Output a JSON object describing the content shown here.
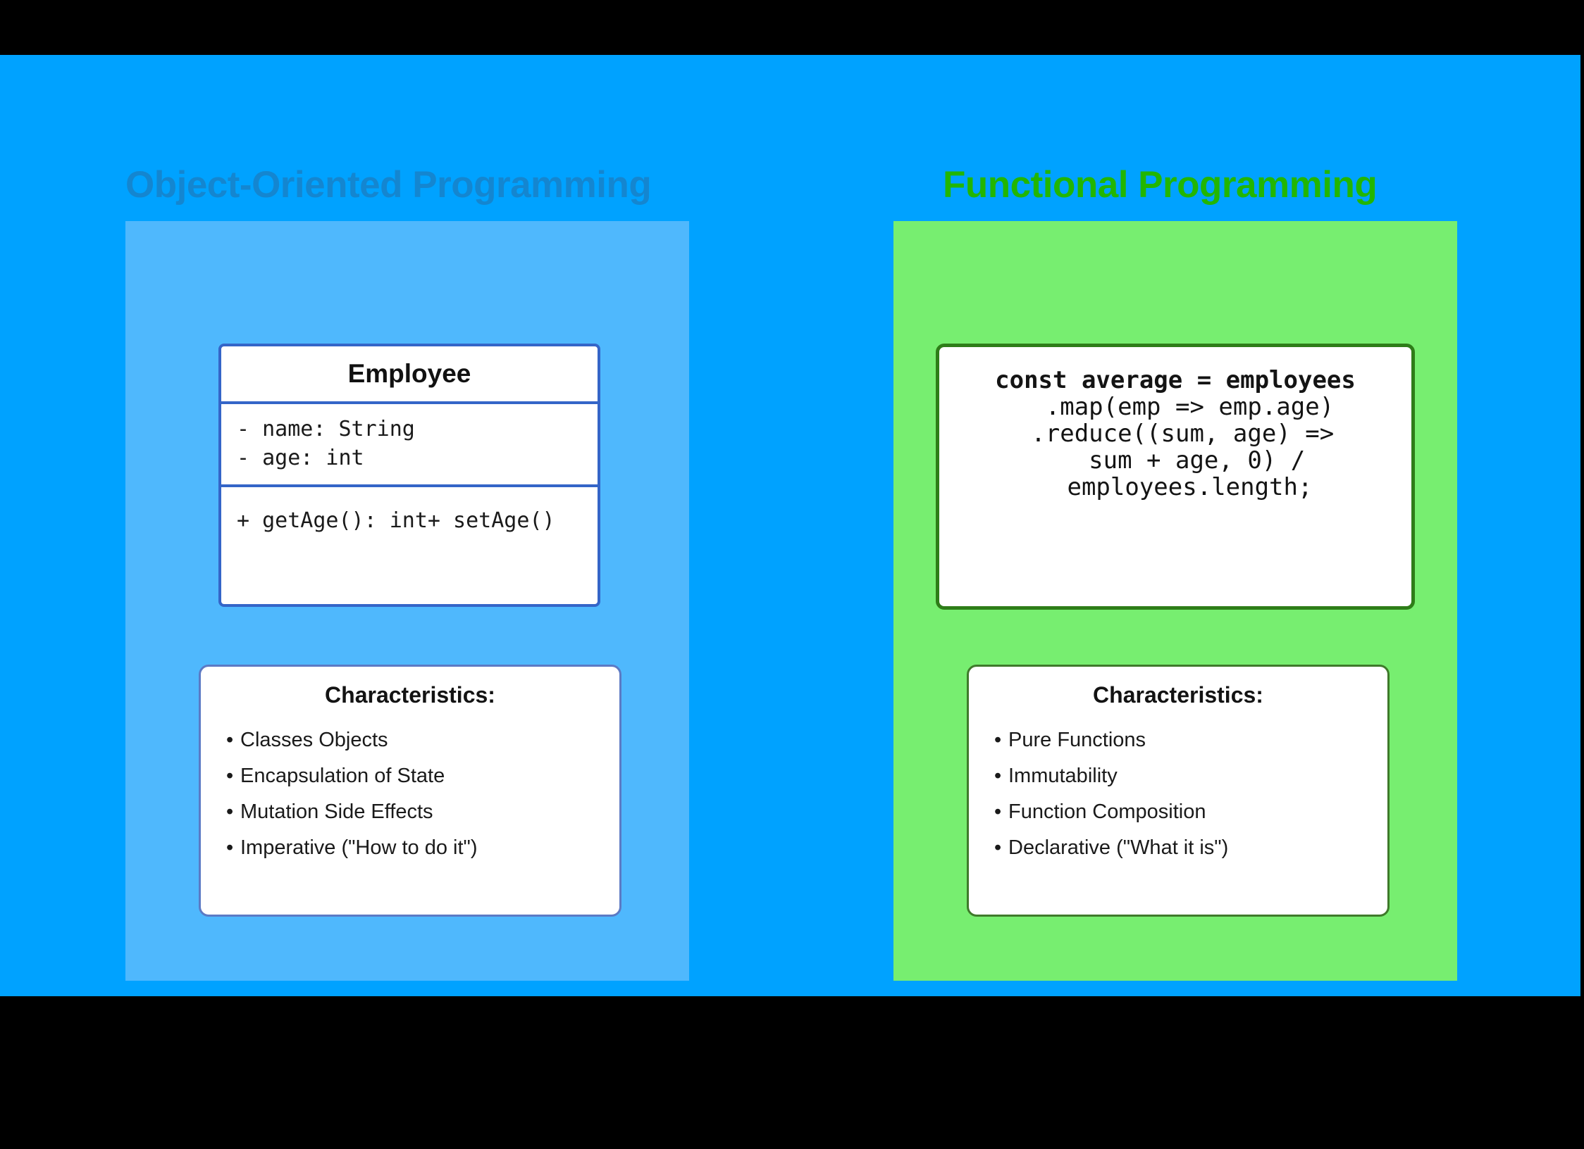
{
  "canvas": {
    "background_color": "#00A2FF",
    "letterbox_color": "#000000"
  },
  "columns": [
    {
      "id": "oop",
      "title": "Object-Oriented Programming",
      "title_color": "#1486D0",
      "panel_color": "#4FB8FD",
      "uml": {
        "class_name": "Employee",
        "border_color": "#3465C8",
        "attributes": [
          "- name: String",
          "- age: int"
        ],
        "methods": [
          "+ getAge(): int+ setAge()"
        ]
      },
      "characteristics": {
        "title": "Characteristics:",
        "border_color": "#5C7AC4",
        "bullet": "•",
        "items": [
          "Classes Objects",
          "Encapsulation of State",
          "Mutation Side Effects",
          "Imperative (\"How to do it\")"
        ]
      }
    },
    {
      "id": "fp",
      "title": "Functional Programming",
      "title_color": "#22B600",
      "panel_color": "#77EE70",
      "code": {
        "border_color": "#2E7D18",
        "lines": [
          "const average = employees",
          "  .map(emp => emp.age)",
          " .reduce((sum, age) =>",
          "   sum + age, 0) /",
          "  employees.length;"
        ]
      },
      "characteristics": {
        "title": "Characteristics:",
        "border_color": "#3F7A2B",
        "bullet": "•",
        "items": [
          "Pure Functions",
          "Immutability",
          "Function Composition",
          "Declarative (\"What it is\")"
        ]
      }
    }
  ]
}
